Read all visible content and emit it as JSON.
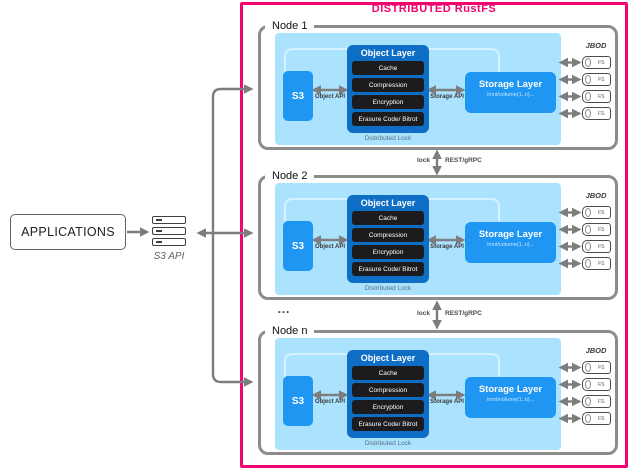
{
  "title": "DISTRIBUTED RustFS",
  "colors": {
    "accent_pink": "#F2056F",
    "node_border_gray": "#8C8C8C",
    "panel_blue": "#ABE3FF",
    "box_blue": "#1E96F2",
    "object_layer_blue": "#0E6EC5",
    "subbox_black": "#1C1C1E",
    "line_gray": "#7D7D7D"
  },
  "applications": {
    "label": "APPLICATIONS"
  },
  "s3_api_label": "S3 API",
  "ellipsis": "…",
  "inter_node": {
    "left_label": "lock",
    "right_label": "REST/gRPC"
  },
  "nodes": [
    {
      "label": "Node 1"
    },
    {
      "label": "Node 2"
    },
    {
      "label": "Node n"
    }
  ],
  "node_common": {
    "s3": "S3",
    "object_api": "Object API",
    "storage_api": "Storage API",
    "object_layer": {
      "title": "Object Layer",
      "items": [
        "Cache",
        "Compression",
        "Encryption",
        "Erasure Code/ Bitrot"
      ]
    },
    "storage_layer": {
      "title": "Storage Layer",
      "path": "/mnt/volume(1..n)..."
    },
    "distributed_lock": "Distributed Lock",
    "jbod": "JBOD",
    "disk_label": "FS"
  }
}
